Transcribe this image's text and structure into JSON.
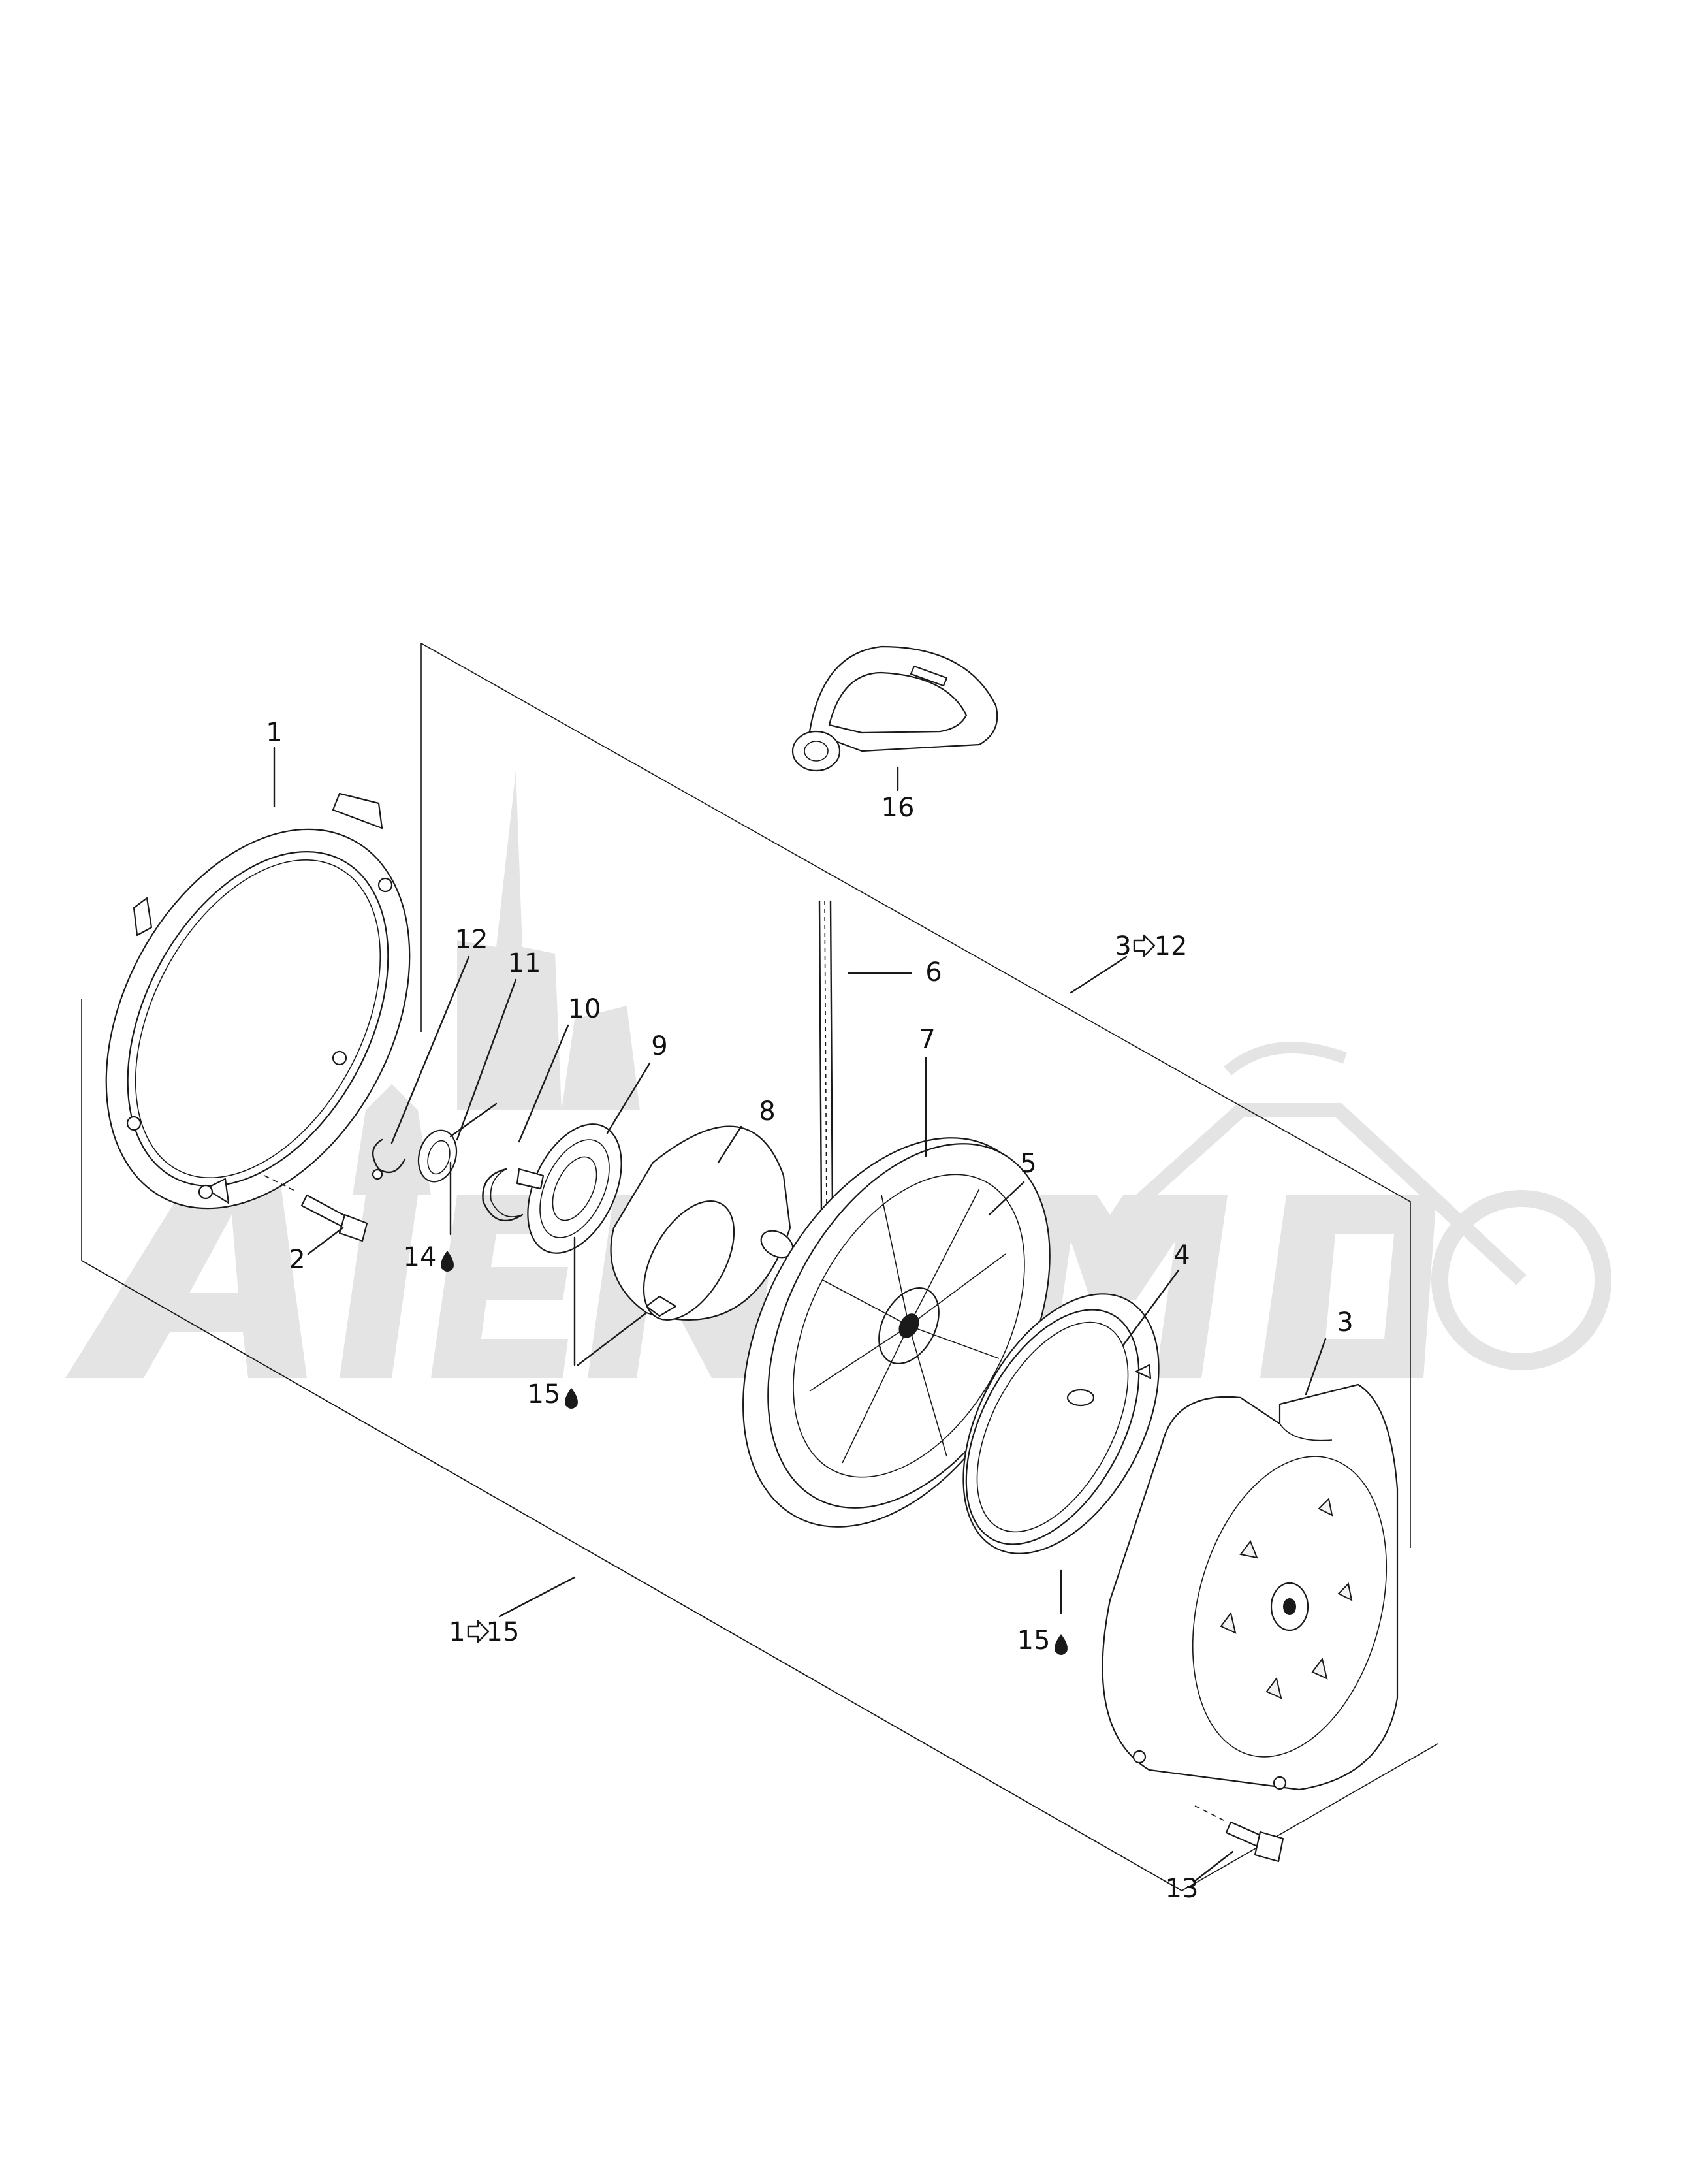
{
  "callouts": [
    {
      "id": "c1",
      "text": "1"
    },
    {
      "id": "c2",
      "text": "2"
    },
    {
      "id": "c3",
      "text": "3"
    },
    {
      "id": "c4",
      "text": "4"
    },
    {
      "id": "c5",
      "text": "5"
    },
    {
      "id": "c6",
      "text": "6"
    },
    {
      "id": "c7",
      "text": "7"
    },
    {
      "id": "c8",
      "text": "8"
    },
    {
      "id": "c9",
      "text": "9"
    },
    {
      "id": "c10",
      "text": "10"
    },
    {
      "id": "c11",
      "text": "11"
    },
    {
      "id": "c12",
      "text": "12"
    },
    {
      "id": "c13",
      "text": "13"
    },
    {
      "id": "c14",
      "text": "14"
    },
    {
      "id": "c15a",
      "text": "15"
    },
    {
      "id": "c15b",
      "text": "15"
    },
    {
      "id": "c16",
      "text": "16"
    }
  ],
  "groups": [
    {
      "id": "g1",
      "from": "3",
      "to": "12"
    },
    {
      "id": "g2",
      "from": "1",
      "to": "15"
    }
  ],
  "icons": {
    "lubricant": "oil-drop-icon",
    "range": "arrow-right-outline-icon"
  },
  "colors": {
    "line": "#1a1a1a",
    "watermark": "#e4e4e4"
  }
}
